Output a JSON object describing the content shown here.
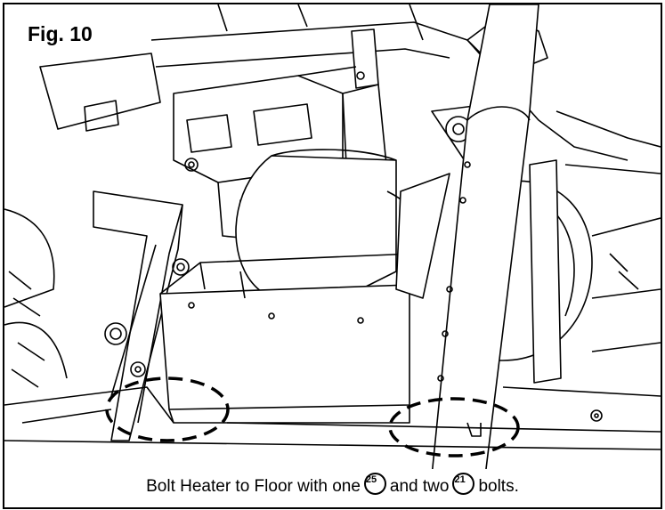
{
  "figure": {
    "label": "Fig. 10"
  },
  "caption": {
    "part1": "Bolt Heater to Floor with one",
    "callout_a": "25",
    "part2": "and two",
    "callout_b": "21",
    "part3": "bolts."
  },
  "colors": {
    "line": "#000000",
    "background": "#ffffff"
  }
}
